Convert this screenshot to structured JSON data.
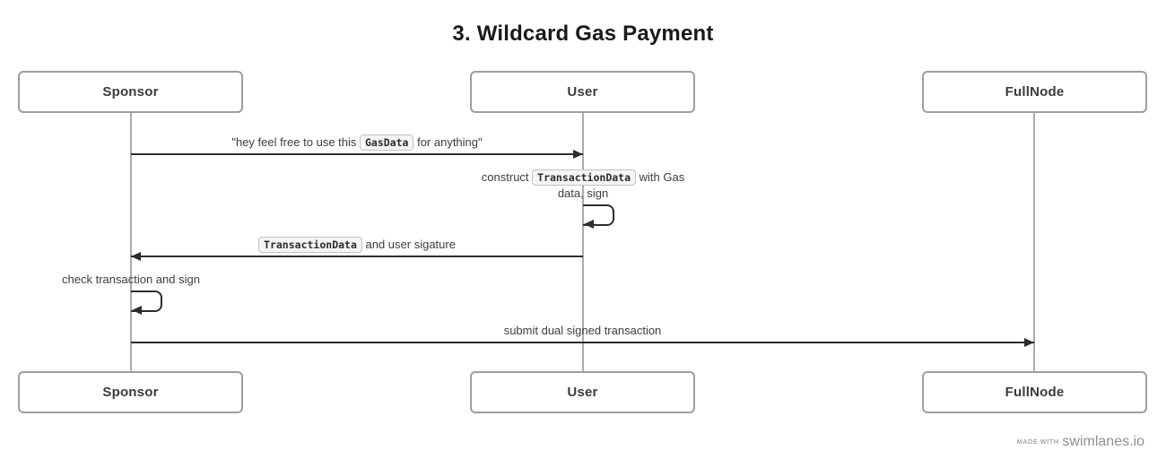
{
  "title": "3. Wildcard Gas Payment",
  "actors": {
    "sponsor": "Sponsor",
    "user": "User",
    "fullnode": "FullNode"
  },
  "messages": {
    "m1": {
      "pre": "\"hey feel free to use this ",
      "code": "GasData",
      "post": " for anything\""
    },
    "m2": {
      "pre": "construct ",
      "code": "TransactionData",
      "post": " with Gas data, sign"
    },
    "m3": {
      "code": "TransactionData",
      "post": " and user sigature"
    },
    "m4": {
      "text": "check transaction and sign"
    },
    "m5": {
      "text": "submit dual signed transaction"
    }
  },
  "watermark": {
    "made_with": "MADE WITH",
    "brand": "swimlanes.io"
  },
  "colors": {
    "arrow": "#2d2d2d",
    "actor_border": "#9e9e9e",
    "lifeline": "#ababab",
    "badge_bg": "#f5f5f5",
    "badge_border": "#c2c2c2",
    "watermark": "#8f8f8f"
  }
}
